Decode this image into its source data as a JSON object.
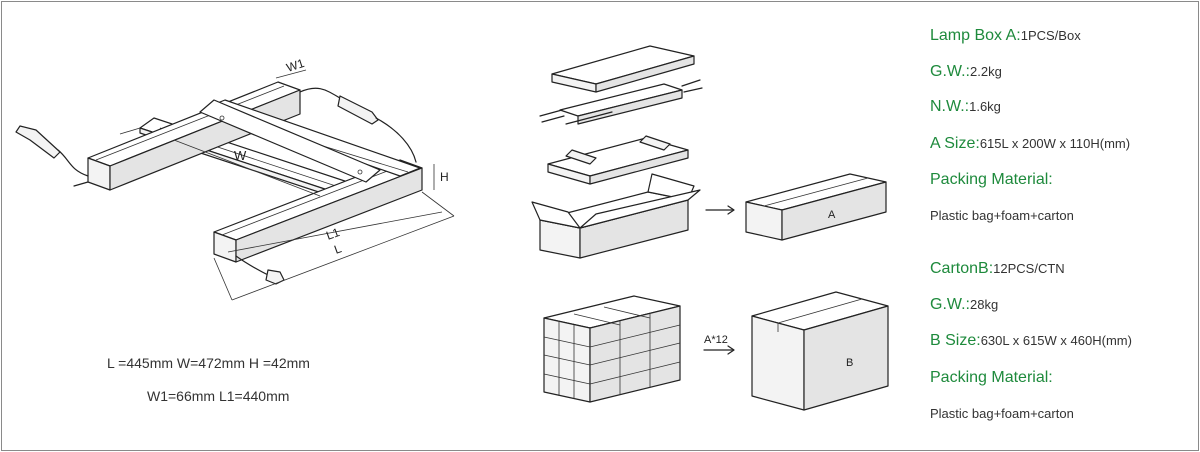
{
  "diagram": {
    "labels": {
      "w1": "W1",
      "w": "W",
      "h": "H",
      "l1": "L1",
      "l": "L",
      "box_a": "A",
      "box_b": "B",
      "arrow_a12": "A*12"
    },
    "dimensions": {
      "line1": "L =445mm   W=472mm   H =42mm",
      "line2": "W1=66mm   L1=440mm"
    }
  },
  "specs": {
    "lamp_box_a": {
      "key": "Lamp Box A:",
      "value": "1PCS/Box"
    },
    "gw_a": {
      "key": "G.W.:",
      "value": "2.2kg"
    },
    "nw_a": {
      "key": "N.W.:",
      "value": "1.6kg"
    },
    "size_a": {
      "key": "A Size:",
      "value": "615L x 200W x 110H(mm)"
    },
    "packing_a": {
      "key": "Packing Material:"
    },
    "packing_a_text": "Plastic bag+foam+carton",
    "carton_b": {
      "key": "CartonB:",
      "value": "12PCS/CTN"
    },
    "gw_b": {
      "key": "G.W.:",
      "value": "28kg"
    },
    "size_b": {
      "key": "B Size:",
      "value": "630L x 615W x 460H(mm)"
    },
    "packing_b": {
      "key": "Packing Material:"
    },
    "packing_b_text": "Plastic bag+foam+carton"
  },
  "colors": {
    "accent_green": "#1e8a3c",
    "line": "#222222",
    "border": "#8a8a8a"
  }
}
